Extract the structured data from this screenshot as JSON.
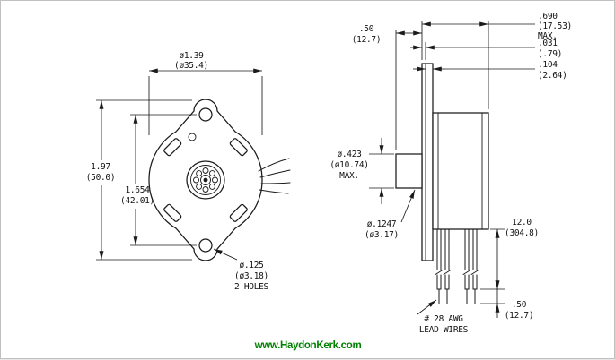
{
  "front_view": {
    "body_diameter": {
      "in": "ø1.39",
      "mm": "(ø35.4)"
    },
    "overall_height": {
      "in": "1.97",
      "mm": "(50.0)"
    },
    "hole_spacing": {
      "in": "1.654",
      "mm": "(42.01)"
    },
    "mounting_holes": {
      "in": "ø.125",
      "mm": "(ø3.18)",
      "note": "2 HOLES"
    }
  },
  "side_view": {
    "max_depth": {
      "in": ".690",
      "mm": "(17.53)",
      "note": "MAX."
    },
    "shaft_extension": {
      "in": ".50",
      "mm": "(12.7)"
    },
    "plate_thickness": {
      "in": ".031",
      "mm": "(.79)"
    },
    "boss_height": {
      "in": ".104",
      "mm": "(2.64)"
    },
    "hub_diameter": {
      "in": "ø.423",
      "mm": "(ø10.74)",
      "note": "MAX."
    },
    "shaft_diameter": {
      "in": "ø.1247",
      "mm": "(ø3.17)"
    },
    "lead_length": {
      "in": "12.0",
      "mm": "(304.8)"
    },
    "lead_strip": {
      "in": ".50",
      "mm": "(12.7)"
    },
    "lead_note": {
      "line1": "# 28 AWG",
      "line2": "LEAD WIRES"
    }
  },
  "footer": {
    "url": "www.HaydonKerk.com",
    "color": "#008000"
  },
  "colors": {
    "line": "#1a1a1a",
    "background": "#ffffff"
  }
}
